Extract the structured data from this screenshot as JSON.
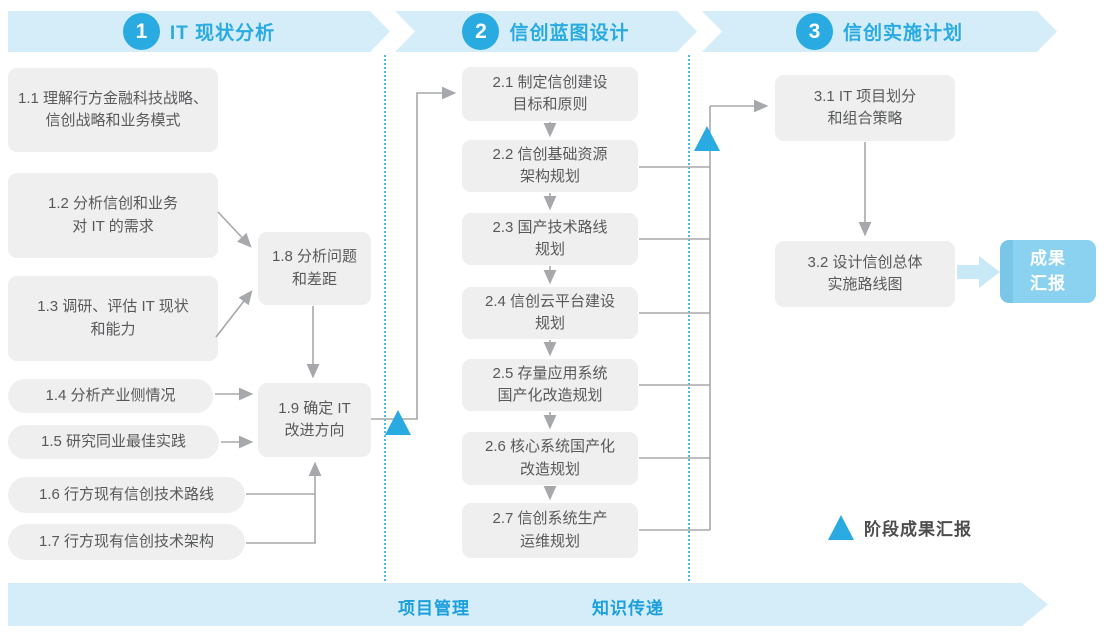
{
  "colors": {
    "banner_bg": "#d5edf9",
    "accent_blue": "#29abe2",
    "box_bg": "#efefef",
    "box_text": "#58595b",
    "connector_gray": "#a6a8ab",
    "report_box_bg": "#8bd2f1",
    "report_arrow": "#c8e9f8"
  },
  "phases": [
    {
      "number": "1",
      "title": "IT 现状分析"
    },
    {
      "number": "2",
      "title": "信创蓝图设计"
    },
    {
      "number": "3",
      "title": "信创实施计划"
    }
  ],
  "phase1": {
    "boxes": [
      {
        "id": "1.1",
        "text": "1.1 理解行方金融科技战略、\n信创战略和业务模式"
      },
      {
        "id": "1.2",
        "text": "1.2 分析信创和业务\n对 IT 的需求"
      },
      {
        "id": "1.3",
        "text": "1.3 调研、评估 IT 现状\n和能力"
      },
      {
        "id": "1.4",
        "text": "1.4 分析产业侧情况"
      },
      {
        "id": "1.5",
        "text": "1.5 研究同业最佳实践"
      },
      {
        "id": "1.6",
        "text": "1.6 行方现有信创技术路线"
      },
      {
        "id": "1.7",
        "text": "1.7 行方现有信创技术架构"
      },
      {
        "id": "1.8",
        "text": "1.8 分析问题\n和差距"
      },
      {
        "id": "1.9",
        "text": "1.9 确定 IT\n改进方向"
      }
    ]
  },
  "phase2": {
    "boxes": [
      {
        "id": "2.1",
        "text": "2.1 制定信创建设\n目标和原则"
      },
      {
        "id": "2.2",
        "text": "2.2 信创基础资源\n架构规划"
      },
      {
        "id": "2.3",
        "text": "2.3 国产技术路线\n规划"
      },
      {
        "id": "2.4",
        "text": "2.4 信创云平台建设\n规划"
      },
      {
        "id": "2.5",
        "text": "2.5 存量应用系统\n国产化改造规划"
      },
      {
        "id": "2.6",
        "text": "2.6 核心系统国产化\n改造规划"
      },
      {
        "id": "2.7",
        "text": "2.7 信创系统生产\n运维规划"
      }
    ]
  },
  "phase3": {
    "boxes": [
      {
        "id": "3.1",
        "text": "3.1 IT 项目划分\n和组合策略"
      },
      {
        "id": "3.2",
        "text": "3.2 设计信创总体\n实施路线图"
      }
    ],
    "report_box": "成果\n汇报"
  },
  "legend": {
    "label": "阶段成果汇报"
  },
  "footer": {
    "left_label": "项目管理",
    "right_label": "知识传递"
  }
}
